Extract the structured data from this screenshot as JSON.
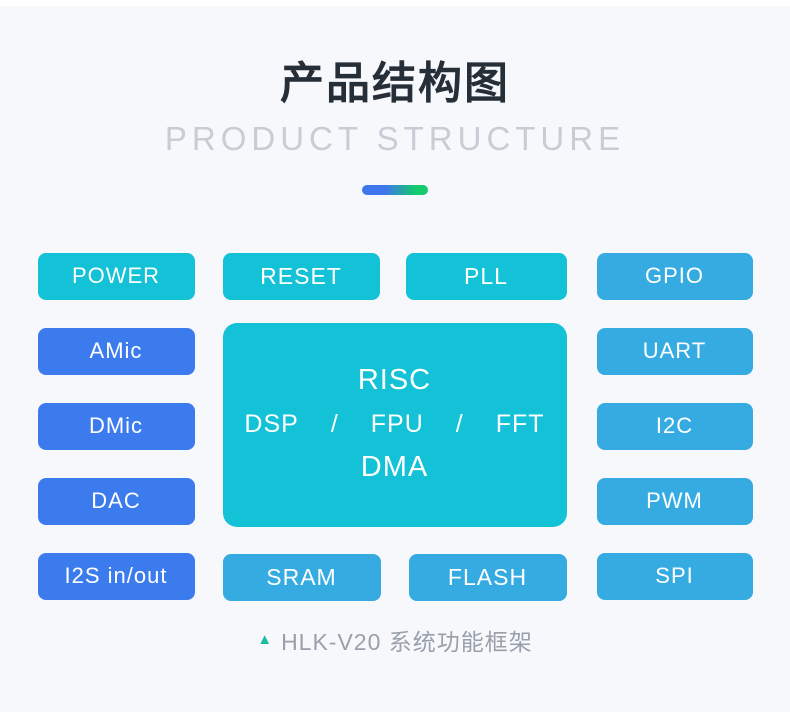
{
  "header": {
    "title": "产品结构图",
    "subtitle": "PRODUCT STRUCTURE"
  },
  "colors": {
    "background": "#f7f8fb",
    "cyan_block": "#13c2d6",
    "royal_blue_block": "#3b7bee",
    "sky_blue_block": "#35abe2",
    "block_text": "#ffffff",
    "title_text": "#262e38",
    "subtitle_text": "#c8ccd4",
    "gradient_start": "#3e76ee",
    "gradient_end": "#14c96e",
    "caption_text": "#99a0ab",
    "caption_marker": "#17bf9e"
  },
  "diagram": {
    "left_column": [
      {
        "label": "POWER",
        "color": "cyan"
      },
      {
        "label": "AMic",
        "color": "blue"
      },
      {
        "label": "DMic",
        "color": "blue"
      },
      {
        "label": "DAC",
        "color": "blue"
      },
      {
        "label": "I2S in/out",
        "color": "blue"
      }
    ],
    "center": {
      "top_row": [
        {
          "label": "RESET"
        },
        {
          "label": "PLL"
        }
      ],
      "core": {
        "line1": "RISC",
        "row": [
          "DSP",
          "/",
          "FPU",
          "/",
          "FFT"
        ],
        "line3": "DMA"
      },
      "bottom_row": [
        {
          "label": "SRAM"
        },
        {
          "label": "FLASH"
        }
      ]
    },
    "right_column": [
      {
        "label": "GPIO"
      },
      {
        "label": "UART"
      },
      {
        "label": "I2C"
      },
      {
        "label": "PWM"
      },
      {
        "label": "SPI"
      }
    ]
  },
  "caption": {
    "marker": "▲",
    "text": "HLK-V20 系统功能框架"
  }
}
